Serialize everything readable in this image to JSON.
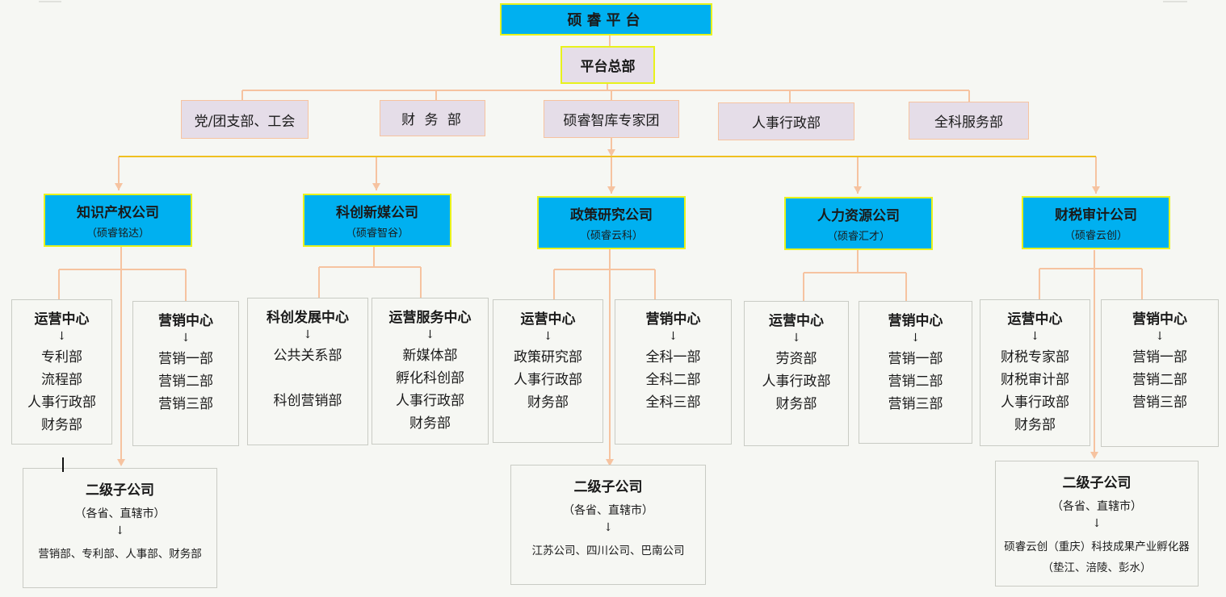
{
  "root": "硕睿平台",
  "hq": "平台总部",
  "departments": [
    "党/团支部、工会",
    "财 务 部",
    "硕睿智库专家团",
    "人事行政部",
    "全科服务部"
  ],
  "companies": [
    {
      "name": "知识产权公司",
      "subtitle": "（硕睿铭达）",
      "units": [
        {
          "title": "运营中心",
          "items": [
            "专利部",
            "流程部",
            "人事行政部",
            "财务部"
          ]
        },
        {
          "title": "营销中心",
          "items": [
            "营销一部",
            "营销二部",
            "营销三部"
          ]
        }
      ],
      "sub_company": {
        "title": "二级子公司",
        "region": "（各省、直辖市）",
        "items": [
          "营销部、专利部、人事部、财务部"
        ]
      }
    },
    {
      "name": "科创新媒公司",
      "subtitle": "（硕睿智谷）",
      "units": [
        {
          "title": "科创发展中心",
          "items": [
            "公共关系部",
            "",
            "科创营销部"
          ]
        },
        {
          "title": "运营服务中心",
          "items": [
            "新媒体部",
            "孵化科创部",
            "人事行政部",
            "财务部"
          ]
        }
      ]
    },
    {
      "name": "政策研究公司",
      "subtitle": "（硕睿云科）",
      "units": [
        {
          "title": "运营中心",
          "items": [
            "政策研究部",
            "人事行政部",
            "财务部"
          ]
        },
        {
          "title": "营销中心",
          "items": [
            "全科一部",
            "全科二部",
            "全科三部"
          ]
        }
      ],
      "sub_company": {
        "title": "二级子公司",
        "region": "（各省、直辖市）",
        "items": [
          "江苏公司、四川公司、巴南公司"
        ]
      }
    },
    {
      "name": "人力资源公司",
      "subtitle": "（硕睿汇才）",
      "units": [
        {
          "title": "运营中心",
          "items": [
            "劳资部",
            "人事行政部",
            "财务部"
          ]
        },
        {
          "title": "营销中心",
          "items": [
            "营销一部",
            "营销二部",
            "营销三部"
          ]
        }
      ]
    },
    {
      "name": "财税审计公司",
      "subtitle": "（硕睿云创）",
      "units": [
        {
          "title": "运营中心",
          "items": [
            "财税专家部",
            "财税审计部",
            "人事行政部",
            "财务部"
          ]
        },
        {
          "title": "营销中心",
          "items": [
            "营销一部",
            "营销二部",
            "营销三部"
          ]
        }
      ],
      "sub_company": {
        "title": "二级子公司",
        "region": "（各省、直辖市）",
        "items": [
          "硕睿云创（重庆）科技成果产业孵化器",
          "（垫江、涪陵、彭水）"
        ]
      }
    }
  ],
  "arrow": "↓",
  "colors": {
    "company_fill": "#00b0f0",
    "box_border": "#e8f21c",
    "dept_fill": "#e5dde8",
    "connector": "#f6c3a0",
    "trunk": "#f0c020"
  }
}
